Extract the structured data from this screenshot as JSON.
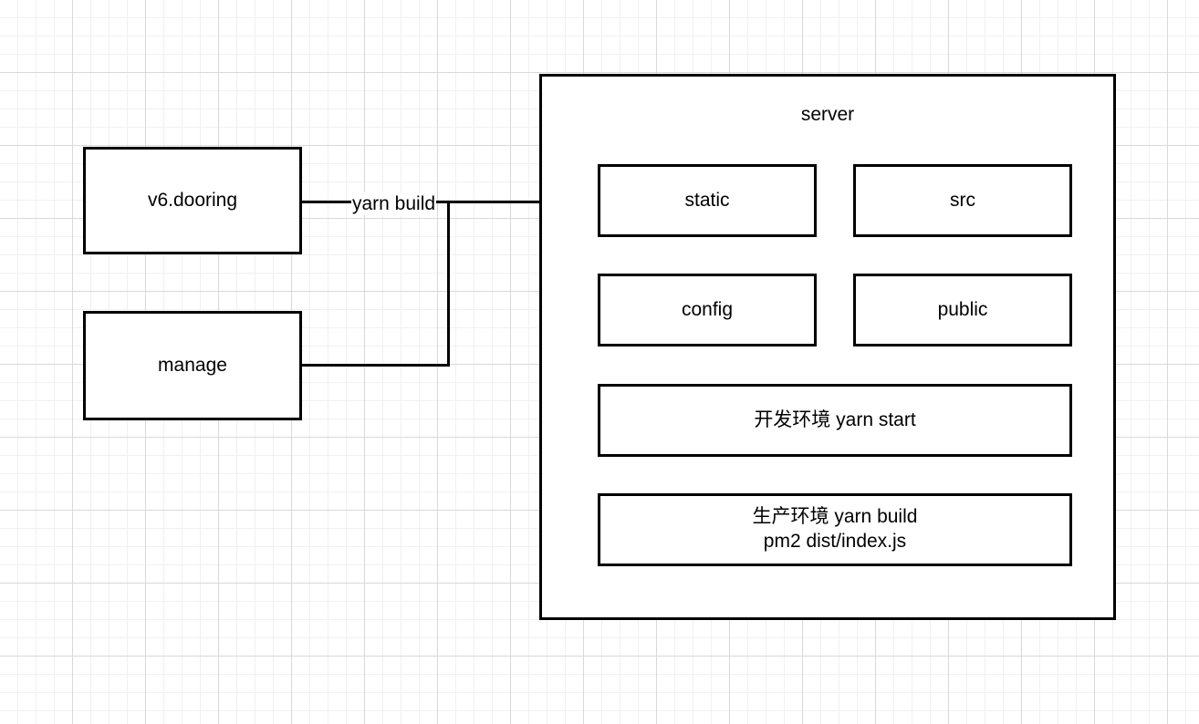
{
  "diagram": {
    "title": "server deployment diagram",
    "background": {
      "grid_minor_color": "#f1f1f1",
      "grid_major_color": "#d9d9d9",
      "page_color": "#ffffff"
    },
    "stroke_color": "#000000",
    "sources": [
      {
        "id": "v6dooring",
        "label": "v6.dooring"
      },
      {
        "id": "manage",
        "label": "manage"
      }
    ],
    "edges": [
      {
        "id": "build-edge",
        "label": "yarn build",
        "from": "v6.dooring / manage",
        "to": "static"
      }
    ],
    "container": {
      "id": "server",
      "label": "server",
      "children_rows": [
        [
          {
            "id": "static",
            "label": "static"
          },
          {
            "id": "src",
            "label": "src"
          }
        ],
        [
          {
            "id": "config",
            "label": "config"
          },
          {
            "id": "public",
            "label": "public"
          }
        ]
      ],
      "commands": [
        {
          "id": "dev-env",
          "label": "开发环境 yarn start"
        },
        {
          "id": "prod-env",
          "label": "生产环境 yarn build\npm2 dist/index.js"
        }
      ]
    }
  }
}
